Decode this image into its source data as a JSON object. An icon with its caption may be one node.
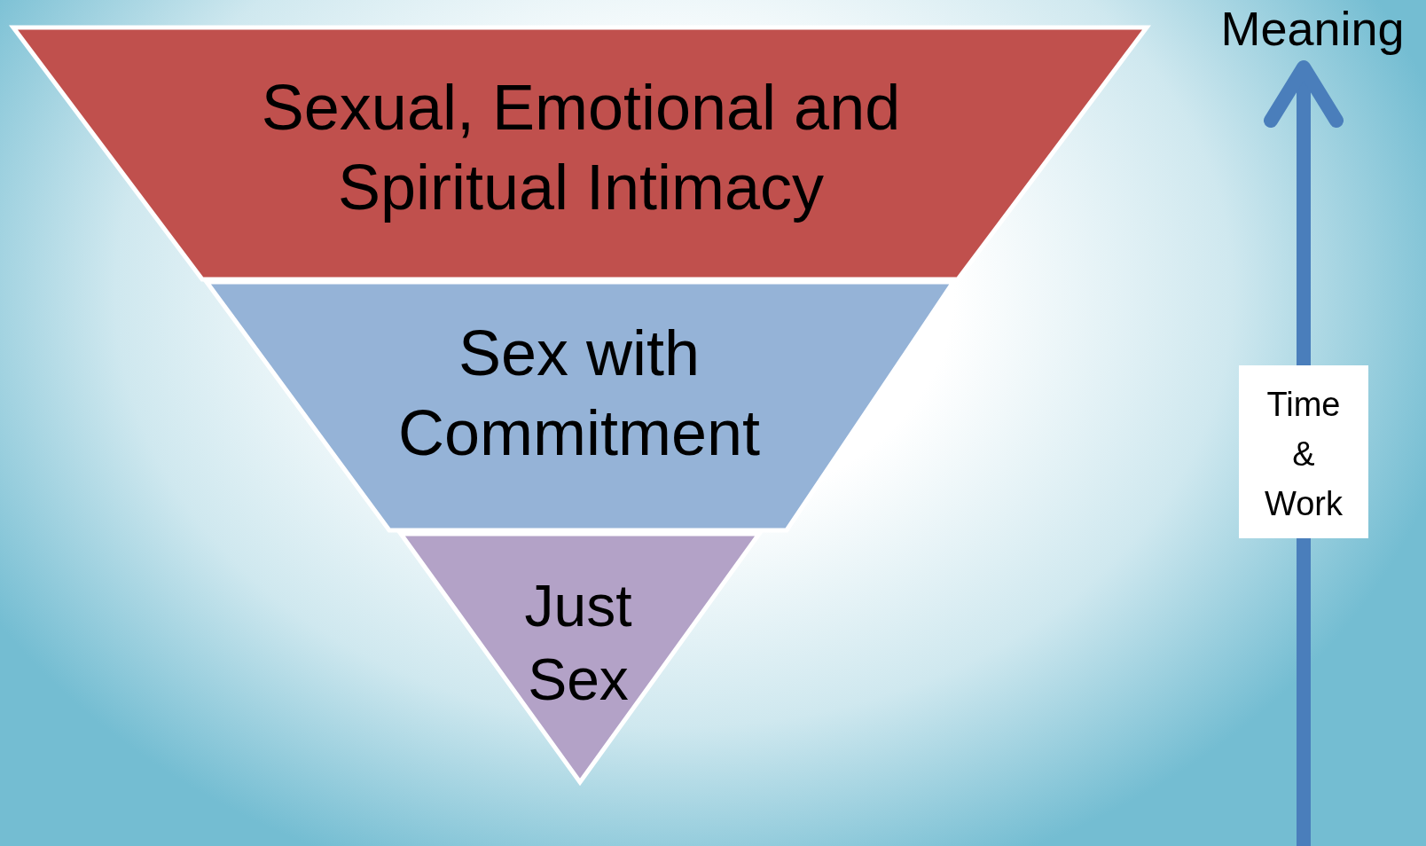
{
  "diagram": {
    "nodes": [
      {
        "text": [
          "Sexual, Emotional and Spiritual Intimacy"
        ]
      },
      {
        "text": [
          "Sex with Commitment"
        ]
      },
      {
        "text": [
          "Just Sex"
        ]
      },
      {
        "text": [
          "Meaning"
        ]
      }
    ],
    "edges": [
      {
        "from": null,
        "to": 3,
        "arrow": "to",
        "label": "Time & Work"
      }
    ]
  }
}
